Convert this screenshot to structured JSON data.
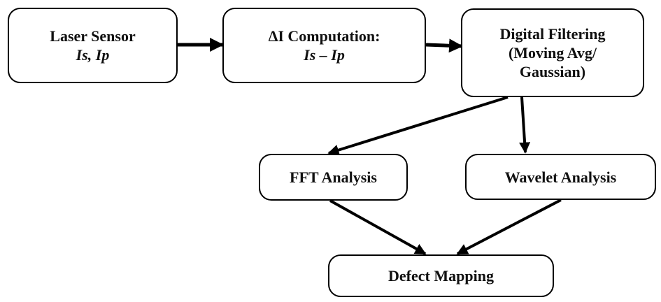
{
  "nodes": {
    "laser": {
      "line1": "Laser Sensor",
      "line2": "Is, Ip"
    },
    "delta": {
      "line1": "ΔI Computation:",
      "line2": "Is – Ip"
    },
    "filter": {
      "line1": "Digital Filtering",
      "line2": "(Moving Avg/",
      "line3": "Gaussian)"
    },
    "fft": {
      "label": "FFT Analysis"
    },
    "wavelet": {
      "label": "Wavelet Analysis"
    },
    "defect": {
      "label": "Defect Mapping"
    }
  },
  "edges": [
    {
      "from": "laser",
      "to": "delta"
    },
    {
      "from": "delta",
      "to": "filter"
    },
    {
      "from": "filter",
      "to": "fft"
    },
    {
      "from": "filter",
      "to": "wavelet"
    },
    {
      "from": "fft",
      "to": "defect"
    },
    {
      "from": "wavelet",
      "to": "defect"
    }
  ],
  "colors": {
    "stroke": "#000000",
    "fill": "#ffffff",
    "text": "#111111"
  }
}
